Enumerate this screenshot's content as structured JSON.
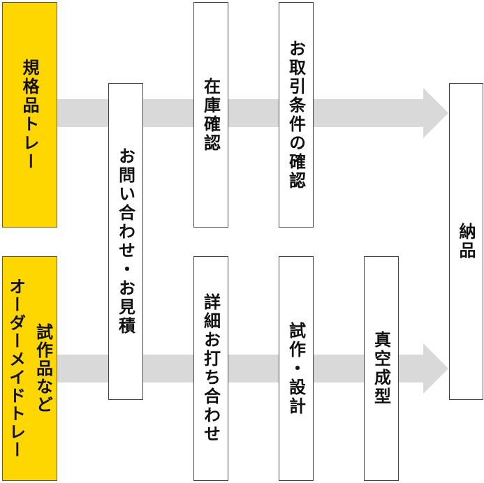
{
  "colors": {
    "arrow": "#d9d9d9",
    "highlight": "#ffd700",
    "border": "#444444"
  },
  "start_standard": {
    "label": "規格品トレー"
  },
  "start_custom": {
    "line1": "試作品など",
    "line2": "オーダーメイドトレー"
  },
  "inquiry": {
    "label": "お問い合わせ・お見積"
  },
  "stock_check": {
    "label": "在庫確認"
  },
  "terms_check": {
    "label": "お取引条件の確認"
  },
  "detail_meeting": {
    "label": "詳細お打ち合わせ"
  },
  "prototype_design": {
    "label": "試作・設計"
  },
  "vacuum_forming": {
    "label": "真空成型"
  },
  "delivery": {
    "label": "納品"
  }
}
